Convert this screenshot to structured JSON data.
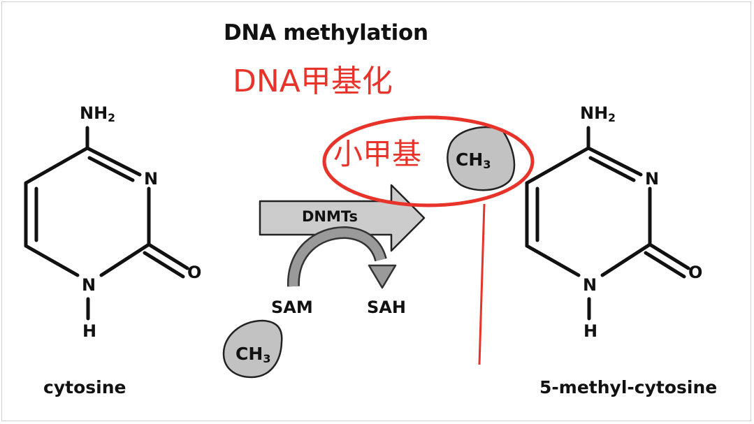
{
  "title": "DNA methylation",
  "title_cn": "DNA甲基化",
  "annotation_cn": "小甲基",
  "enzyme": "DNMTs",
  "donor": "SAM",
  "product": "SAH",
  "methyl_group": "CH3",
  "left_molecule": {
    "name": "cytosine",
    "amino": "NH2",
    "ring_n": "N",
    "ring_nh": "N",
    "hydrogen": "H",
    "oxygen": "O"
  },
  "right_molecule": {
    "name": "5-methyl-cytosine",
    "amino": "NH2",
    "ring_n": "N",
    "ring_nh": "N",
    "hydrogen": "H",
    "oxygen": "O"
  },
  "colors": {
    "annotation": "#e8332a",
    "arrow_fill": "#cccccc",
    "drop_fill": "#c2c2c2",
    "stroke": "#111111"
  },
  "icons": [
    "methyl-drop-icon",
    "reaction-arrow-icon",
    "curved-arrow-icon",
    "highlight-ellipse-icon"
  ]
}
